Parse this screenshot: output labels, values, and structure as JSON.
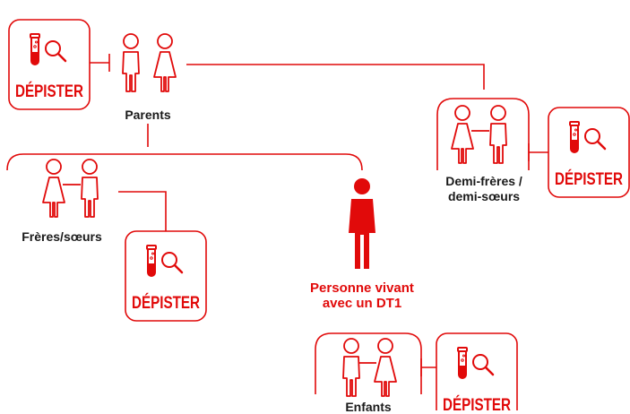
{
  "colors": {
    "accent": "#e10a0a",
    "ink": "#1a1a1a",
    "bg": "#ffffff"
  },
  "screen_button_label": "DÉPISTER",
  "icons": [
    "test-tube-icon",
    "magnifier-icon",
    "couple-icon",
    "person-icon",
    "children-icon"
  ],
  "nodes": {
    "parents": {
      "label": "Parents"
    },
    "half_siblings": {
      "label_line1": "Demi-frères /",
      "label_line2": "demi-sœurs"
    },
    "siblings": {
      "label": "Frères/sœurs"
    },
    "person": {
      "label_line1": "Personne vivant",
      "label_line2": "avec un DT1"
    },
    "children": {
      "label": "Enfants"
    }
  }
}
